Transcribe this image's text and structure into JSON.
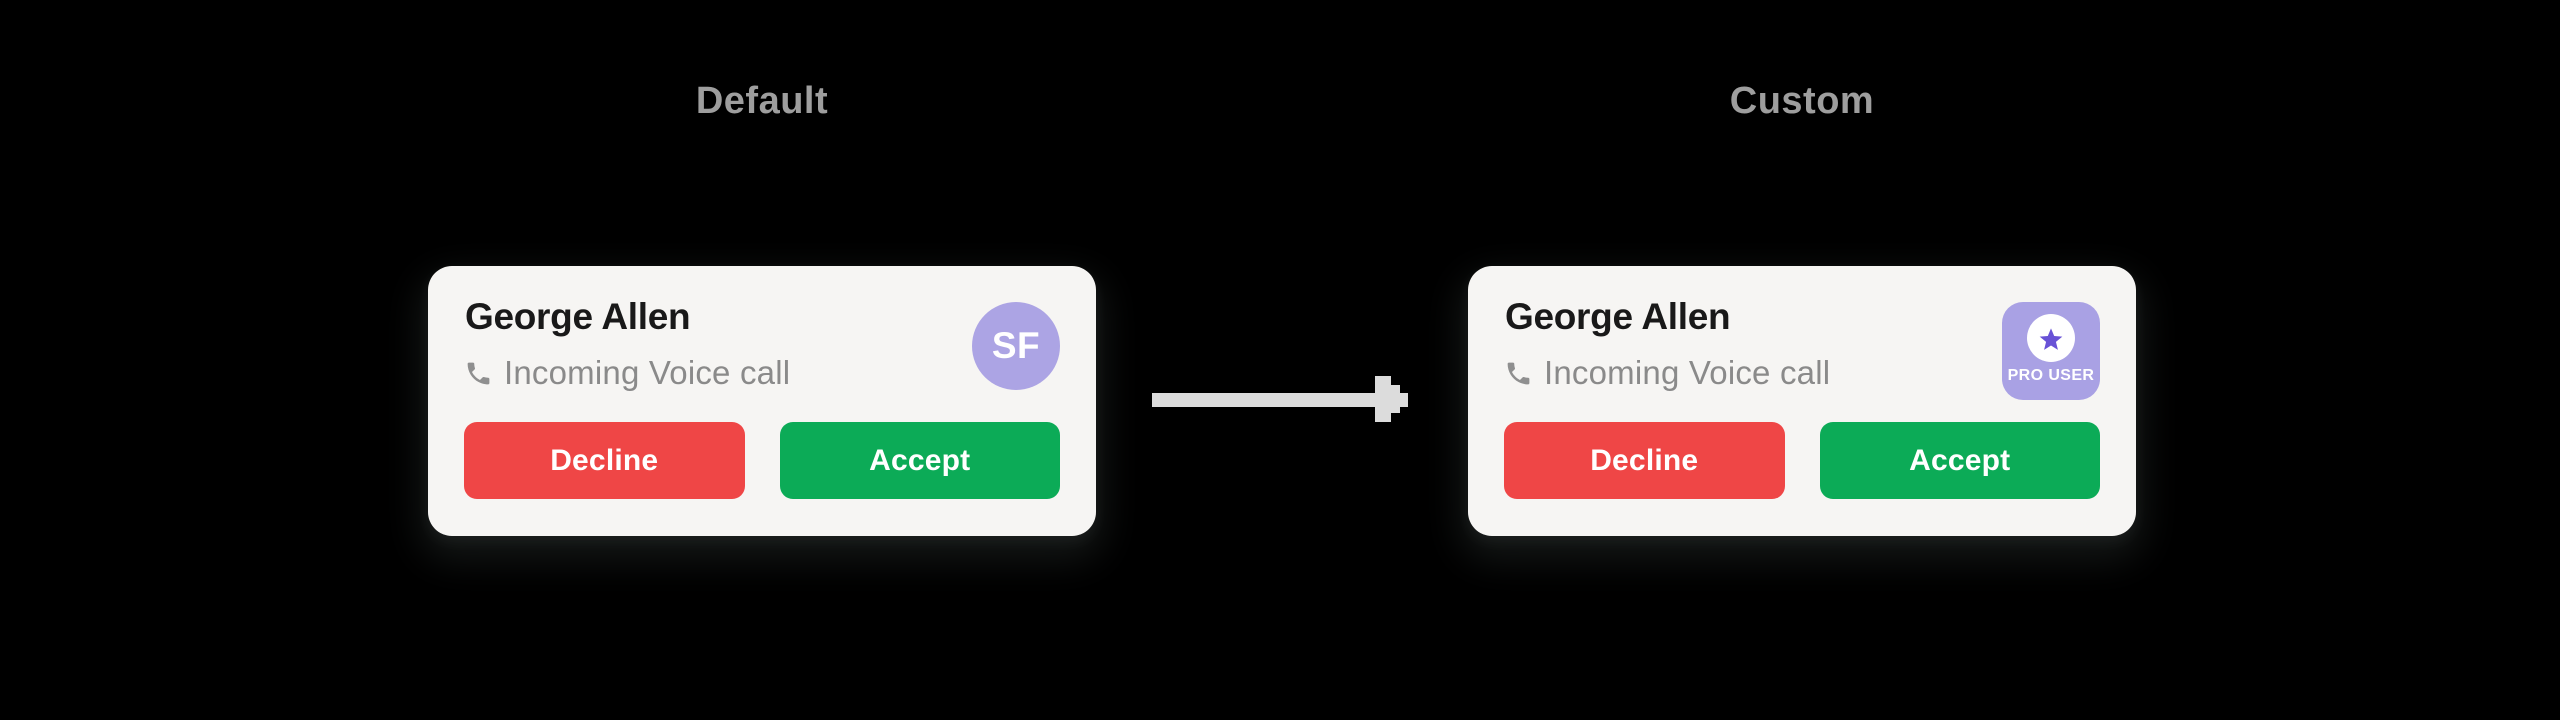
{
  "panels": [
    {
      "label": "Default",
      "card": {
        "caller_name": "George Allen",
        "call_subtitle": "Incoming Voice call",
        "avatar_initials": "SF",
        "decline_label": "Decline",
        "accept_label": "Accept"
      }
    },
    {
      "label": "Custom",
      "card": {
        "caller_name": "George Allen",
        "call_subtitle": "Incoming Voice call",
        "badge_label": "PRO USER",
        "decline_label": "Decline",
        "accept_label": "Accept"
      }
    }
  ],
  "icons": {
    "subtitle_icon": "call-icon",
    "badge_icon": "star-icon",
    "between_cards": "arrow-right-icon"
  },
  "colors": {
    "background": "#000000",
    "card_bg": "#F6F5F3",
    "title_text": "#191919",
    "subtitle_text": "#8A8A8A",
    "icon_gray": "#8F8F8F",
    "label_text": "#9E9E9E",
    "decline_red": "#EF4646",
    "accept_green": "#0CAB57",
    "avatar_purple": "#ACA4E4",
    "badge_purple": "#A9A1E4",
    "star_purple": "#6852D6",
    "arrow_gray": "#DCDCDC"
  }
}
